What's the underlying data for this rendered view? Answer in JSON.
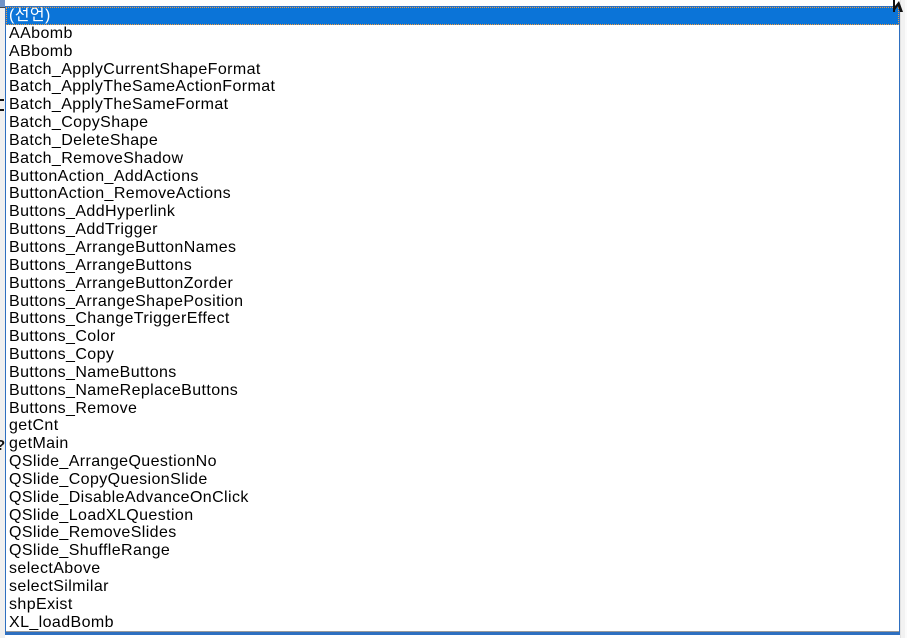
{
  "dropdown": {
    "selected_index": 0,
    "selected_label": "(선언)",
    "items": [
      "(선언)",
      "AAbomb",
      "ABbomb",
      "Batch_ApplyCurrentShapeFormat",
      "Batch_ApplyTheSameActionFormat",
      "Batch_ApplyTheSameFormat",
      "Batch_CopyShape",
      "Batch_DeleteShape",
      "Batch_RemoveShadow",
      "ButtonAction_AddActions",
      "ButtonAction_RemoveActions",
      "Buttons_AddHyperlink",
      "Buttons_AddTrigger",
      "Buttons_ArrangeButtonNames",
      "Buttons_ArrangeButtons",
      "Buttons_ArrangeButtonZorder",
      "Buttons_ArrangeShapePosition",
      "Buttons_ChangeTriggerEffect",
      "Buttons_Color",
      "Buttons_Copy",
      "Buttons_NameButtons",
      "Buttons_NameReplaceButtons",
      "Buttons_Remove",
      "getCnt",
      "getMain",
      "QSlide_ArrangeQuestionNo",
      "QSlide_CopyQuesionSlide",
      "QSlide_DisableAdvanceOnClick",
      "QSlide_LoadXLQuestion",
      "QSlide_RemoveSlides",
      "QSlide_ShuffleRange",
      "selectAbove",
      "selectSilmilar",
      "shpExist",
      "XL_loadBomb"
    ]
  },
  "artifacts": {
    "left_edge_glyph": "?"
  },
  "colors": {
    "selection_bg": "#0b74d8",
    "selection_text": "#ffffff",
    "focus_dotted_border": "#f09c3e",
    "dropdown_border": "#2e6fc0",
    "item_text": "#000000",
    "list_bg": "#ffffff",
    "gutter_bg": "#f0f0f0"
  }
}
